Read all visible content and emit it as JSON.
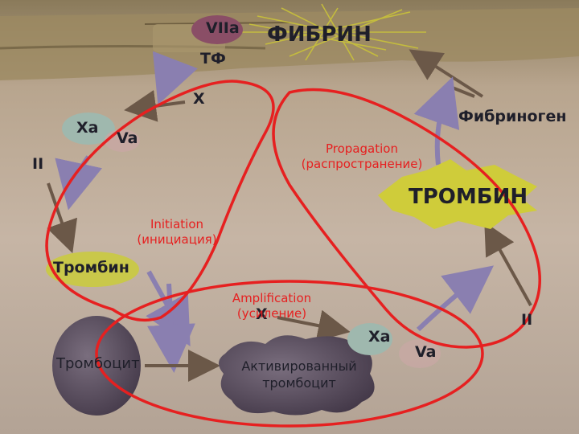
{
  "labels": {
    "viia": "VIIa",
    "fibrin": "ФИБРИН",
    "tf": "ТФ",
    "x_top": "X",
    "xa_left": "Xa",
    "va_left": "Va",
    "ii_left": "II",
    "fibrinogen": "Фибриноген",
    "thrombin_big": "ТРОМБИН",
    "thrombin_small": "Тромбин",
    "x_bottom": "X",
    "xa_right": "Xa",
    "va_right": "Va",
    "ii_right": "II",
    "platelet": "Тромбоцит",
    "activated_platelet_l1": "Активированный",
    "activated_platelet_l2": "тромбоцит"
  },
  "phases": {
    "initiation_en": "Initiation",
    "initiation_ru": "(инициация)",
    "propagation_en": "Propagation",
    "propagation_ru": "(распространение)",
    "amplification_en": "Amplification",
    "amplification_ru": "(усиление)"
  },
  "colors": {
    "phase_outline": "#e62020",
    "arrow": "#8a7fb0",
    "thrombin_fill": "#cfcc3a"
  }
}
